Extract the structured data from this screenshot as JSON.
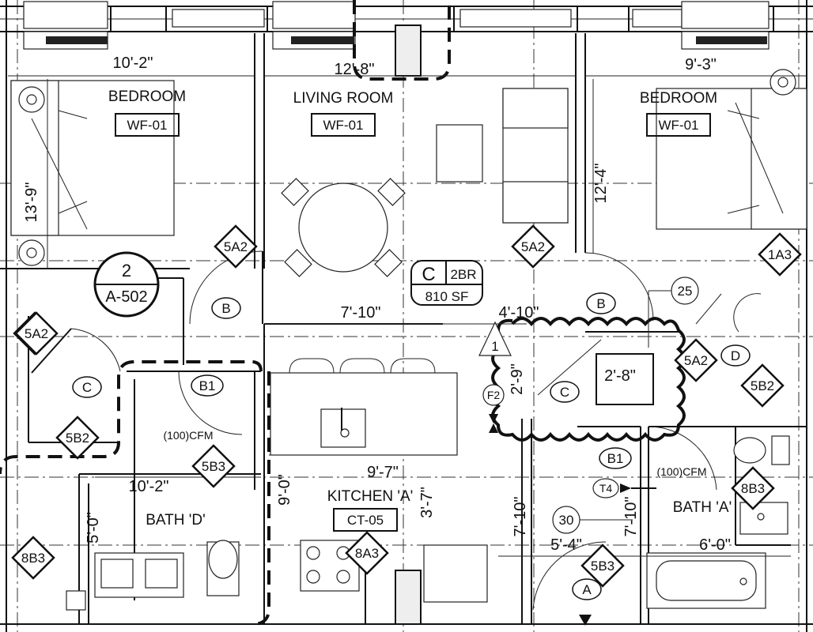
{
  "dimensions": {
    "bedroom_left_width": "10'-2\"",
    "living_width": "12'-8\"",
    "bedroom_right_width": "9'-3\"",
    "bedroom_left_depth": "13'-9\"",
    "bedroom_right_depth": "12'-4\"",
    "living_to_kitchen": "7'-10\"",
    "vestibule": "4'-10\"",
    "closet_depth": "2'-9\"",
    "closet_width": "2'-8\"",
    "kitchen_counter": "9'-7\"",
    "kitchen_depth": "9'-0\"",
    "kitchen_aisle": "3'-7\"",
    "bath_d_width": "10'-2\"",
    "bath_d_depth": "5'-0\"",
    "hall_depth": "7'-10\"",
    "hall_width": "5'-4\"",
    "bath_a_depth": "7'-10\"",
    "bath_a_width": "6'-0\""
  },
  "rooms": {
    "bedroom_left": {
      "name": "BEDROOM",
      "finish": "WF-01"
    },
    "living": {
      "name": "LIVING ROOM",
      "finish": "WF-01"
    },
    "bedroom_right": {
      "name": "BEDROOM",
      "finish": "WF-01"
    },
    "kitchen": {
      "name": "KITCHEN 'A'",
      "finish": "CT-05"
    },
    "bath_d": {
      "name": "BATH 'D'"
    },
    "bath_a": {
      "name": "BATH 'A'"
    }
  },
  "unit_tag": {
    "type": "C",
    "bedrooms": "2BR",
    "area": "810 SF"
  },
  "section_callout": {
    "number": "2",
    "sheet": "A-502"
  },
  "wall_tags": [
    "5A2",
    "5A2",
    "5A2",
    "5A2",
    "5A2",
    "1A3",
    "5B2",
    "5B2",
    "5B3",
    "5B3",
    "8B3",
    "8B3",
    "8A3"
  ],
  "door_tags": [
    "B",
    "B",
    "C",
    "C",
    "D",
    "A",
    "B1",
    "B1"
  ],
  "fan_labels": [
    "(100)CFM",
    "(100)CFM"
  ],
  "keynotes": [
    "25",
    "30"
  ],
  "revision": "1",
  "fire_tag": "F2",
  "thermostat_tag": "T4"
}
